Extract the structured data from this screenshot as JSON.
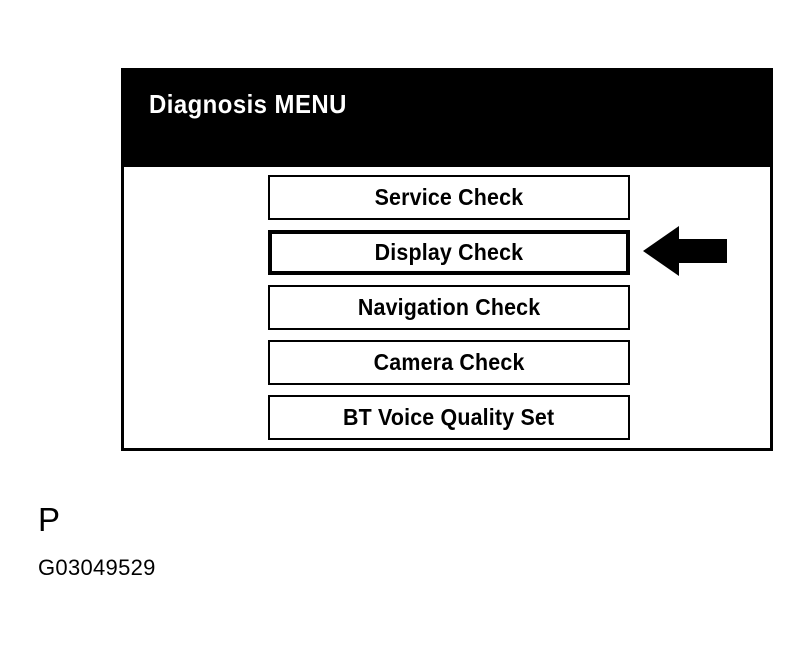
{
  "screen": {
    "title": "Diagnosis MENU",
    "background_color": "#ffffff",
    "header_color": "#000000",
    "header_text_color": "#ffffff",
    "border_color": "#000000",
    "menu_items": [
      {
        "label": "Service Check",
        "selected": false
      },
      {
        "label": "Display Check",
        "selected": true
      },
      {
        "label": "Navigation Check",
        "selected": false
      },
      {
        "label": "Camera Check",
        "selected": false
      },
      {
        "label": "BT Voice Quality Set",
        "selected": false
      }
    ]
  },
  "annotation": {
    "arrow_icon": "left-arrow-icon",
    "arrow_color": "#000000",
    "arrow_points_to": "Display Check"
  },
  "caption": {
    "letter": "P",
    "code": "G03049529"
  }
}
